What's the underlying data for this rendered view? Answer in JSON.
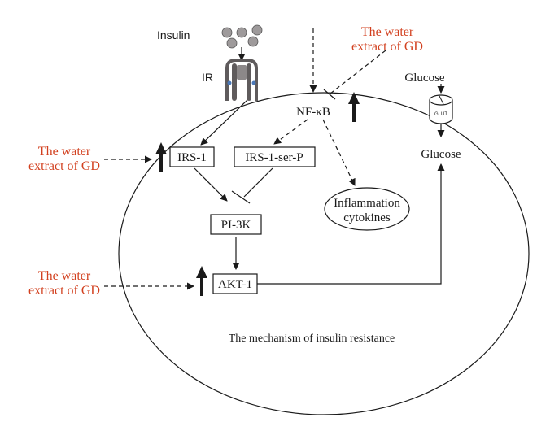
{
  "labels": {
    "insulin": "Insulin",
    "ir": "IR",
    "gd_top_line1": "The water",
    "gd_top_line2": "extract of GD",
    "gd_left_line1": "The water",
    "gd_left_line2": "extract of GD",
    "gd_bottom_line1": "The water",
    "gd_bottom_line2": "extract of GD",
    "nfkb": "NF-κB",
    "glucose_out": "Glucose",
    "glut": "GLUT",
    "glucose_in": "Glucose",
    "irs1": "IRS-1",
    "irs1_ser_p": "IRS-1-ser-P",
    "inflammation_line1": "Inflammation",
    "inflammation_line2": "cytokines",
    "pi3k": "PI-3K",
    "akt1": "AKT-1",
    "caption": "The mechanism of insulin resistance"
  },
  "colors": {
    "text": "#1a1a1a",
    "highlight_red": "#d2401f",
    "molecule_gray": "#9e9a9b",
    "receptor_dark": "#5f5b5c"
  }
}
